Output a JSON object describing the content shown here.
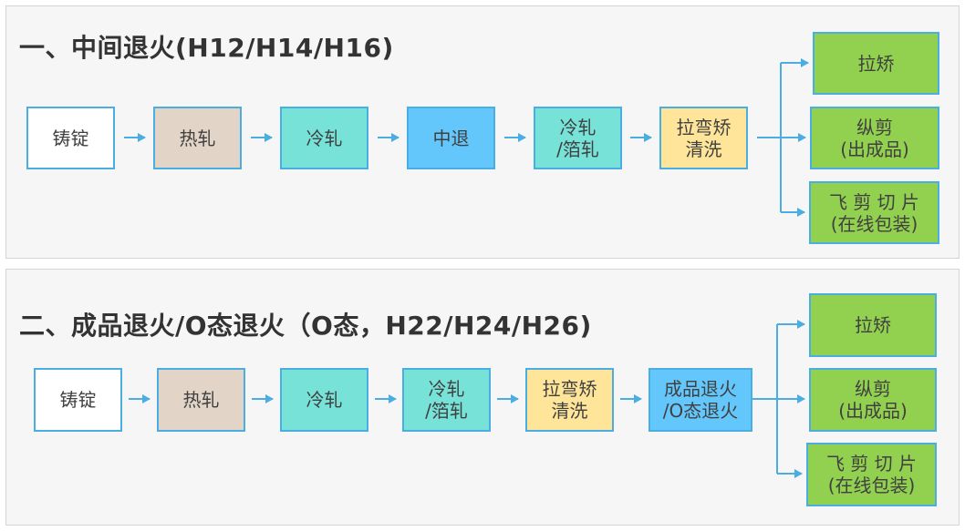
{
  "colors": {
    "border": "#4aaee3",
    "arrow": "#4aaee3",
    "white": "#ffffff",
    "tan": "#e2d5c7",
    "teal": "#77e2d8",
    "blue": "#63c7fb",
    "yellow": "#ffe599",
    "green": "#92d050"
  },
  "sections": [
    {
      "title": "一、中间退火(H12/H14/H16)",
      "steps": [
        {
          "label": "铸锭",
          "color": "white"
        },
        {
          "label": "热轧",
          "color": "tan"
        },
        {
          "label": "冷轧",
          "color": "teal"
        },
        {
          "label": "中退",
          "color": "blue"
        },
        {
          "label": "冷轧\n/箔轧",
          "color": "teal"
        },
        {
          "label": "拉弯矫\n清洗",
          "color": "yellow"
        }
      ],
      "outputs": [
        {
          "label": "拉矫",
          "color": "green"
        },
        {
          "label": "纵剪\n(出成品)",
          "color": "green"
        },
        {
          "label": "飞 剪 切 片\n(在线包装)",
          "color": "green"
        }
      ]
    },
    {
      "title": "二、成品退火/O态退火（O态，H22/H24/H26)",
      "steps": [
        {
          "label": "铸锭",
          "color": "white"
        },
        {
          "label": "热轧",
          "color": "tan"
        },
        {
          "label": "冷轧",
          "color": "teal"
        },
        {
          "label": "冷轧\n/箔轧",
          "color": "teal"
        },
        {
          "label": "拉弯矫\n清洗",
          "color": "yellow"
        },
        {
          "label": "成品退火\n/O态退火",
          "color": "blue"
        }
      ],
      "outputs": [
        {
          "label": "拉矫",
          "color": "green"
        },
        {
          "label": "纵剪\n(出成品)",
          "color": "green"
        },
        {
          "label": "飞 剪 切 片\n(在线包装)",
          "color": "green"
        }
      ]
    }
  ]
}
